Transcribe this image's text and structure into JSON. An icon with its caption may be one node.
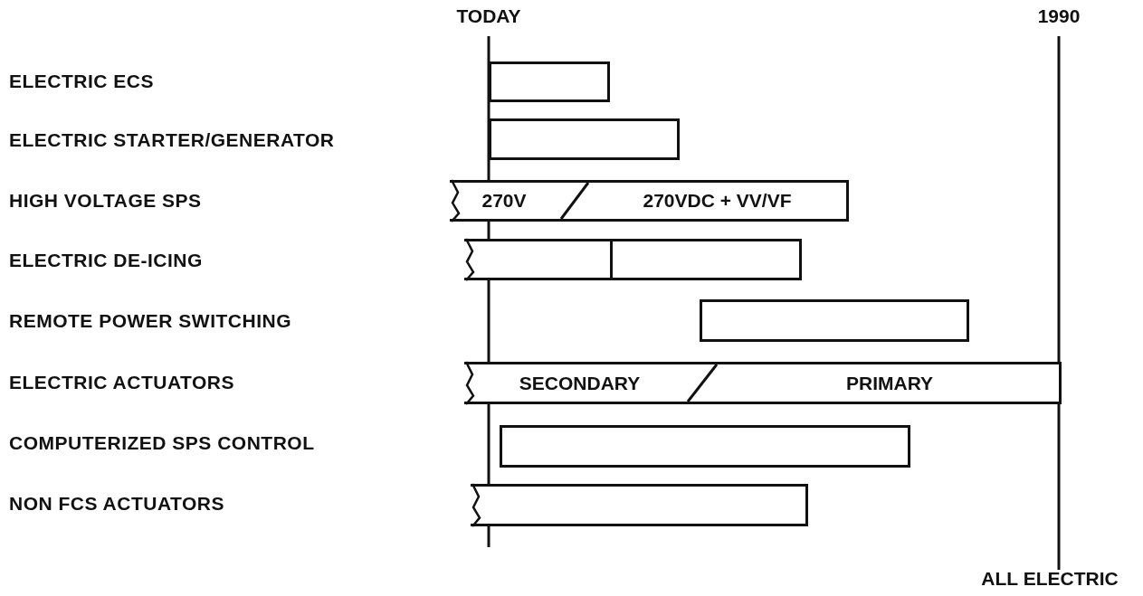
{
  "diagram": {
    "nodes": [
      {
        "text": [],
        "shape": "bar"
      },
      {
        "text": [],
        "shape": "bar"
      },
      {
        "text": [
          "270V",
          "270VDC + VV/VF"
        ]
      },
      {
        "text": [],
        "shape": "bar"
      },
      {
        "text": [],
        "shape": "bar"
      },
      {
        "text": [],
        "shape": "bar"
      },
      {
        "text": [
          "SECONDARY",
          "PRIMARY"
        ]
      },
      {
        "text": [],
        "shape": "bar"
      },
      {
        "text": [],
        "shape": "bar"
      }
    ],
    "labels": [
      "TODAY",
      "1990",
      "ELECTRIC ECS",
      "ELECTRIC STARTER/GENERATOR",
      "HIGH VOLTAGE SPS",
      "ELECTRIC DE-ICING",
      "REMOTE POWER SWITCHING",
      "ELECTRIC ACTUATORS",
      "COMPUTERIZED SPS CONTROL",
      "NON FCS ACTUATORS",
      "ALL ELECTRIC"
    ]
  }
}
